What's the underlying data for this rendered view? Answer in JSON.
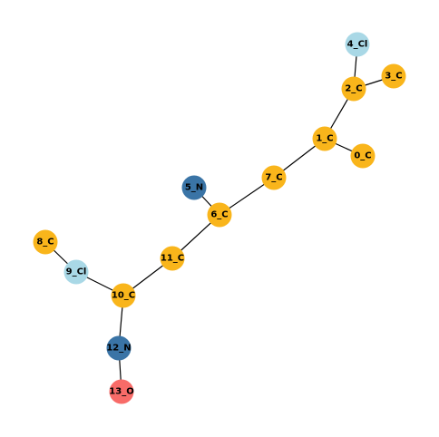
{
  "colors": {
    "C": "#f9b51b",
    "Cl": "#a9d8e6",
    "N": "#3a74a6",
    "O": "#f86b68",
    "edge": "#000000"
  },
  "nodes": [
    {
      "id": "0_C",
      "element": "C"
    },
    {
      "id": "1_C",
      "element": "C"
    },
    {
      "id": "2_C",
      "element": "C"
    },
    {
      "id": "3_C",
      "element": "C"
    },
    {
      "id": "4_Cl",
      "element": "Cl"
    },
    {
      "id": "5_N",
      "element": "N"
    },
    {
      "id": "6_C",
      "element": "C"
    },
    {
      "id": "7_C",
      "element": "C"
    },
    {
      "id": "8_C",
      "element": "C"
    },
    {
      "id": "9_Cl",
      "element": "Cl"
    },
    {
      "id": "10_C",
      "element": "C"
    },
    {
      "id": "11_C",
      "element": "C"
    },
    {
      "id": "12_N",
      "element": "N"
    },
    {
      "id": "13_O",
      "element": "O"
    }
  ],
  "edges": [
    [
      "4_Cl",
      "2_C"
    ],
    [
      "2_C",
      "3_C"
    ],
    [
      "2_C",
      "1_C"
    ],
    [
      "1_C",
      "0_C"
    ],
    [
      "1_C",
      "7_C"
    ],
    [
      "7_C",
      "6_C"
    ],
    [
      "6_C",
      "5_N"
    ],
    [
      "6_C",
      "11_C"
    ],
    [
      "11_C",
      "10_C"
    ],
    [
      "10_C",
      "9_Cl"
    ],
    [
      "9_Cl",
      "8_C"
    ],
    [
      "10_C",
      "12_N"
    ],
    [
      "12_N",
      "13_O"
    ]
  ]
}
